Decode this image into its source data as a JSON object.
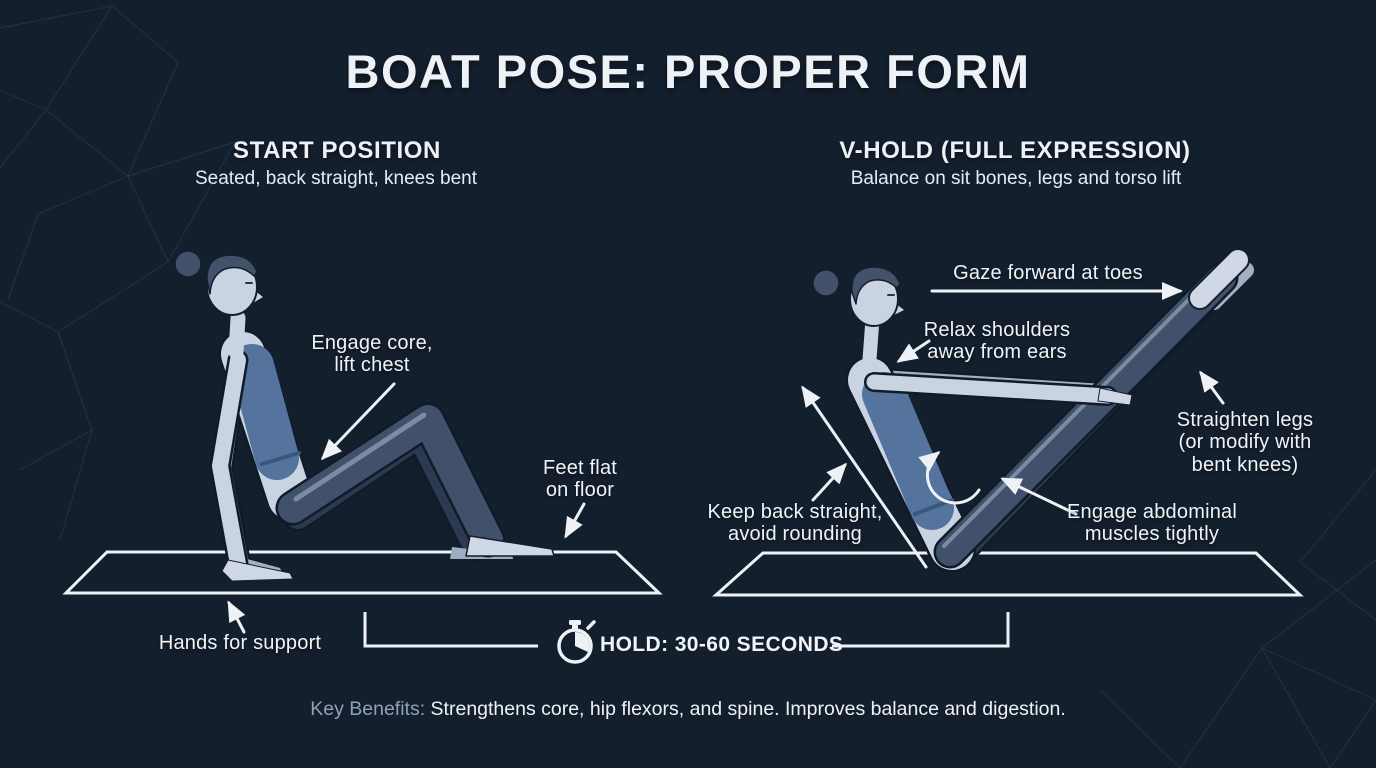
{
  "title": "BOAT POSE: PROPER FORM",
  "sections": {
    "left": {
      "heading": "START POSITION",
      "subheading": "Seated, back straight, knees bent"
    },
    "right": {
      "heading": "V-HOLD (FULL EXPRESSION)",
      "subheading": "Balance on sit bones, legs and torso lift"
    }
  },
  "annotations": {
    "engage_core": {
      "lines": [
        "Engage core,",
        "lift chest"
      ]
    },
    "feet_flat": {
      "lines": [
        "Feet flat",
        "on floor"
      ]
    },
    "hands_support": {
      "lines": [
        "Hands for support"
      ]
    },
    "gaze": {
      "lines": [
        "Gaze forward at toes"
      ]
    },
    "relax_shoulders": {
      "lines": [
        "Relax shoulders",
        "away from ears"
      ]
    },
    "straighten_legs": {
      "lines": [
        "Straighten legs",
        "(or modify with",
        "bent knees)"
      ]
    },
    "keep_back": {
      "lines": [
        "Keep back straight,",
        "avoid rounding"
      ]
    },
    "engage_abs": {
      "lines": [
        "Engage abdominal",
        "muscles tightly"
      ]
    }
  },
  "hold": {
    "label": "HOLD: 30-60 SECONDS",
    "icon": "stopwatch-icon"
  },
  "key_benefits": {
    "label": "Key Benefits:",
    "text": " Strengthens core, hip flexors, and spine. Improves balance and digestion."
  },
  "colors": {
    "background": "#141f2e",
    "text": "#f0f3f7",
    "muted_text": "#8fa0b8",
    "line_white": "#eef2f6",
    "skin": "#c9d3e2",
    "skin_shadow": "#a3b0c4",
    "hair": "#44516a",
    "bra_blue": "#54749e",
    "leggings": "#41506b",
    "leggings_dark": "#2c3950",
    "mesh_line": "#7896c8"
  }
}
